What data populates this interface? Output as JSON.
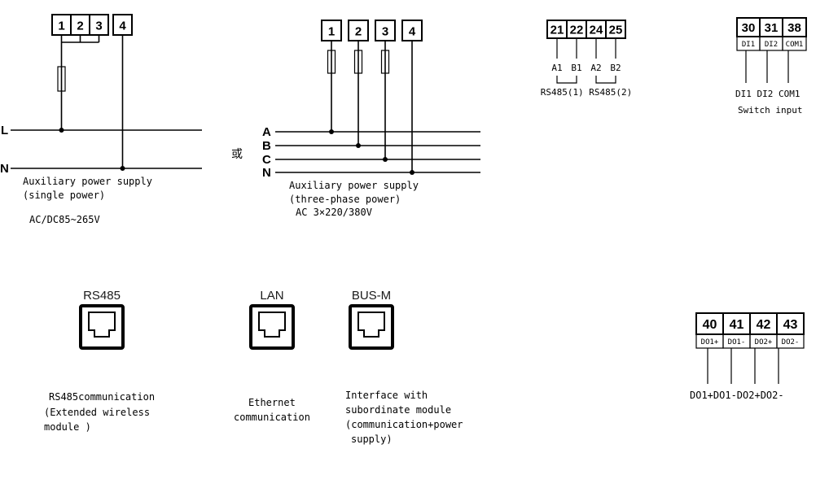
{
  "single_power": {
    "terminals": [
      "1",
      "2",
      "3",
      "4"
    ],
    "phase_labels": {
      "l": "L",
      "n": "N"
    },
    "captions": {
      "line1": "Auxiliary power supply",
      "line2": "(single power)",
      "line3": "AC/DC85~265V"
    }
  },
  "or_label": "或",
  "three_phase": {
    "terminals": [
      "1",
      "2",
      "3",
      "4"
    ],
    "phase_labels": [
      "A",
      "B",
      "C",
      "N"
    ],
    "captions": {
      "line1": "Auxiliary power supply",
      "line2": "(three-phase power)",
      "line3": "AC 3×220/380V"
    }
  },
  "rs485_block": {
    "terminals": [
      "21",
      "22",
      "24",
      "25"
    ],
    "pins": [
      "A1",
      "B1",
      "A2",
      "B2"
    ],
    "caption": "RS485(1) RS485(2)"
  },
  "switch_block": {
    "terminals": [
      "30",
      "31",
      "38"
    ],
    "pin_cells": [
      "DI1",
      "DI2",
      "COM1"
    ],
    "pins_caption": "DI1 DI2 COM1",
    "caption": "Switch input"
  },
  "ports": [
    {
      "title": "RS485",
      "desc1": "RS485communication",
      "desc2": "(Extended wireless",
      "desc3": "module )"
    },
    {
      "title": "LAN",
      "desc1": "Ethernet",
      "desc2": "communication"
    },
    {
      "title": "BUS-M",
      "desc1": "Interface with",
      "desc2": "subordinate module",
      "desc3": "(communication+power",
      "desc4": "supply)"
    }
  ],
  "do_block": {
    "terminals": [
      "40",
      "41",
      "42",
      "43"
    ],
    "pin_cells": [
      "DO1+",
      "DO1-",
      "DO2+",
      "DO2-"
    ],
    "caption": "DO1+DO1-DO2+DO2-"
  }
}
